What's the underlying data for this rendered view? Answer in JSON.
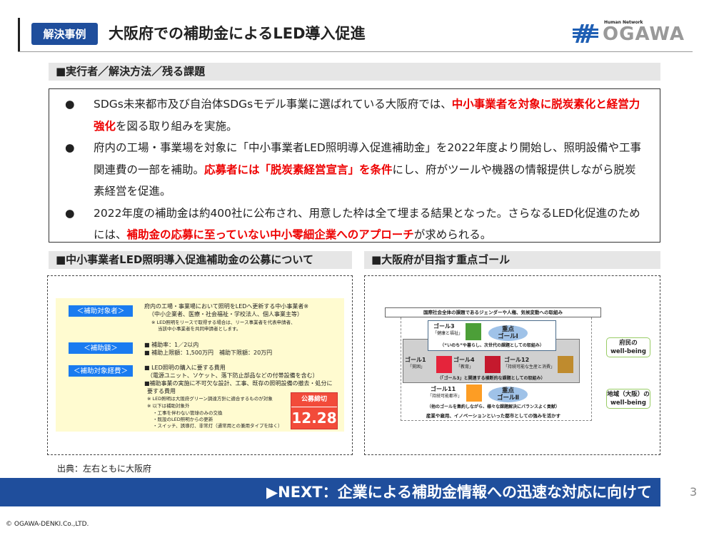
{
  "header": {
    "tag": "解決事例",
    "title": "大阪府での補助金によるLED導入促進",
    "logo_small": "Human Network",
    "logo_text": "OGAWA"
  },
  "section1": {
    "heading": "■実行者／解決方法／残る課題",
    "bullets": [
      {
        "parts": [
          {
            "t": "SDGs未来都市及び自治体SDGsモデル事業に選ばれている大阪府では、"
          },
          {
            "t": "中小事業者を対象に脱炭素化と経営力強化",
            "red": true
          },
          {
            "t": "を図る取り組みを実施。"
          }
        ]
      },
      {
        "parts": [
          {
            "t": "府内の工場・事業場を対象に「中小事業者LED照明導入促進補助金」を2022年度より開始し、照明設備や工事関連費の一部を補助。"
          },
          {
            "t": "応募者には「脱炭素経営宣言」を条件",
            "red": true
          },
          {
            "t": "にし、府がツールや機器の情報提供しながら脱炭素経営を促進。"
          }
        ]
      },
      {
        "parts": [
          {
            "t": "2022年度の補助金は約400社に公布され、用意した枠は全て埋まる結果となった。さらなるLED化促進のためには、"
          },
          {
            "t": "補助金の応募に至っていない中小零細企業へのアプローチ",
            "red": true
          },
          {
            "t": "が求められる。"
          }
        ]
      }
    ]
  },
  "left": {
    "heading": "■中小事業者LED照明導入促進補助金の公募について",
    "label1": "＜補助対象者＞",
    "label2": "＜補助額＞",
    "label3": "＜補助対象経費＞",
    "t1a": "府内の工場・事業場において照明をLEDへ更新する中小事業者※",
    "t1b": "（中小企業者、医療・社会福祉・学校法人、個人事業主等）",
    "t1c": "※ LED照明をリースで取得する場合は、リース事業者を代表申請者、",
    "t1d": "当該中小事業者を共同申請者とします。",
    "t2a": "■ 補助率：1／2以内",
    "t2b": "■ 補助上限額：1,500万円　補助下限額：20万円",
    "t3a": "■ LED照明の購入に要する費用",
    "t3b": "（電源ユニット、ソケット、落下防止部品などの付帯設備を含む）",
    "t3c": "■補助事業の実施に不可欠な設計、工事、既存の照明設備の撤去・処分に",
    "t3d": "要する費用",
    "t3e": "※ LED照明は大阪府グリーン調達方針に適合するものが対象",
    "t3f": "※ 以下は補助対象外",
    "t3g": "・工事を伴わない管球のみの交換",
    "t3h": "・既設のLED照明からの更新",
    "t3i": "・スイッチ、誘導灯、非常灯（通常用との兼用タイプを除く）",
    "deadline_label": "公募締切",
    "deadline_value": "12.28"
  },
  "right": {
    "heading": "■大阪府が目指す重点ゴール",
    "top": "国際社会全体の課題であるジェンダーや人権、気候変動への取組み",
    "g3": "ゴール3",
    "g3s": "「健康と福祉」",
    "key1": "重点\nゴールⅠ",
    "inochi": "（“いのち”や暮らし、次世代の課題としての取組み）",
    "g1": "ゴール1",
    "g1s": "「貧困」",
    "g4": "ゴール4",
    "g4s": "「教育」",
    "g12": "ゴール12",
    "g12s": "「持続可能な生産と消費」",
    "cross": "（「ゴール3」と関連する横断的な課題としての取組み）",
    "g11": "ゴール11",
    "g11s": "「持続可能都市」",
    "key2": "重点\nゴールⅡ",
    "balance": "（他のゴールを集約しながら、様々な課題解決にバランスよく貢献）",
    "bottom": "産業や雇用、イノベーションといった都市としての強みを活かす",
    "wb1": "府民の\nwell-being",
    "wb2": "地域（大阪）の\nwell-being"
  },
  "source": "出典：左右ともに大阪府",
  "banner": "▶NEXT：企業による補助金情報への迅速な対応に向けて",
  "page_number": "3",
  "copyright": "© OGAWA-DENKI.Co.,LTD.",
  "colors": {
    "brand": "#1f4e9c",
    "red": "#e00000",
    "yellow": "#fffbd0",
    "label_blue": "#1a7bf0",
    "deadline": "#f24b3a"
  }
}
